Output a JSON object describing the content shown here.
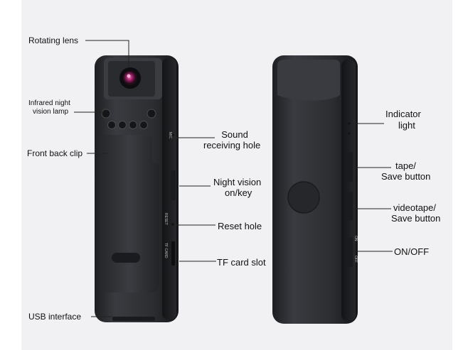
{
  "labels": {
    "rotating_lens": "Rotating lens",
    "infrared_line1": "Infrared night",
    "infrared_line2": "vision lamp",
    "front_back_clip": "Front back clip",
    "usb_interface": "USB interface",
    "sound_line1": "Sound",
    "sound_line2": "receiving hole",
    "night_vision_line1": "Night vision",
    "night_vision_line2": "on/key",
    "reset_hole": "Reset hole",
    "tf_card_slot": "TF card slot",
    "indicator_line1": "Indicator",
    "indicator_line2": "light",
    "tape_line1": "tape/",
    "tape_line2": "Save button",
    "videotape_line1": "videotape/",
    "videotape_line2": "Save button",
    "on_off": "ON/OFF"
  },
  "device_text": {
    "mic": "MIC",
    "reset": "RESET",
    "tf_card": "TF CARD",
    "on": "ON",
    "off": "OFF"
  },
  "colors": {
    "device_body": "#2e2f33",
    "device_edge": "#1c1d20",
    "background": "#f1f1f3",
    "callout_line": "#222222"
  }
}
